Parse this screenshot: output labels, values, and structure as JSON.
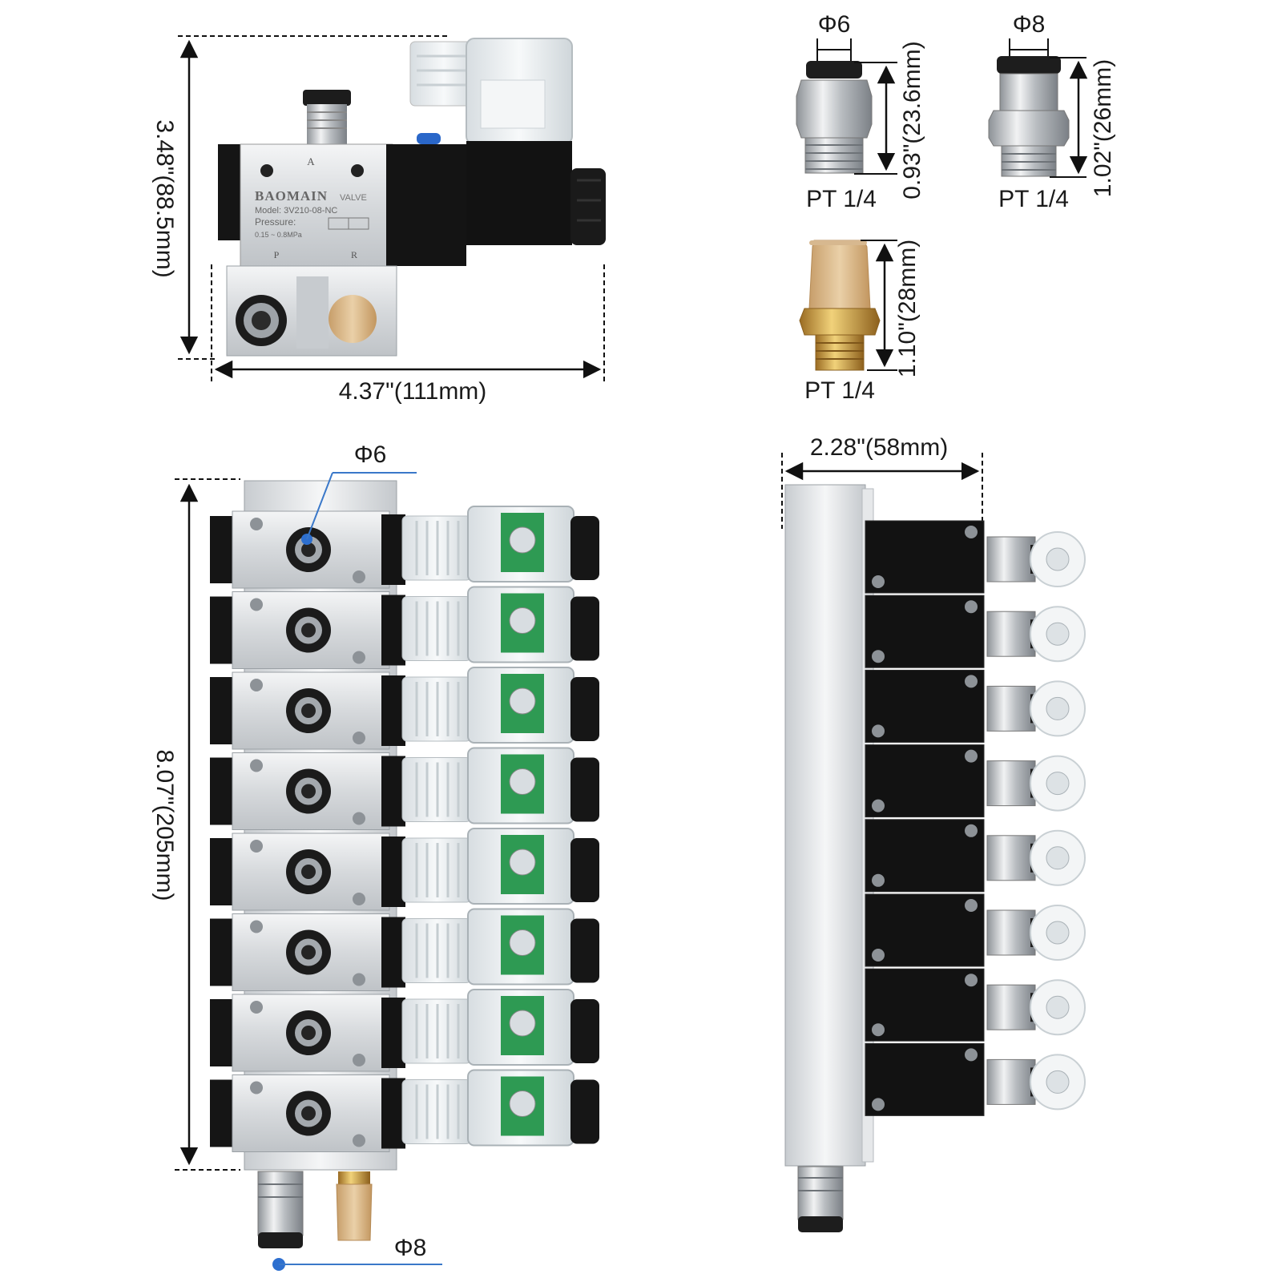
{
  "colors": {
    "dimension_line": "#111111",
    "callout_line": "#3a78c9",
    "callout_dot": "#2d6fcf",
    "aluminum": "#d9dcdf",
    "black_body": "#111111",
    "coil_clear": "#e9eef1",
    "pcb_green": "#2e9a53",
    "brass": "#c89a45",
    "bronze_muffler": "#d8b486"
  },
  "single_valve": {
    "height_label": "3.48\"(88.5mm)",
    "width_label": "4.37\"(111mm)",
    "brand": "BAOMAIN",
    "valve_word": "VALVE",
    "model": "Model: 3V210-08-NC",
    "pressure_label": "Pressure:",
    "pressure_range": "0.15 ~ 0.8MPa",
    "port_a": "A",
    "port_p": "P",
    "port_r": "R"
  },
  "fittings": [
    {
      "name": "fitting-6mm",
      "diameter_label": "Φ6",
      "thread_label": "PT 1/4",
      "length_label": "0.93\"(23.6mm)"
    },
    {
      "name": "fitting-8mm",
      "diameter_label": "Φ8",
      "thread_label": "PT 1/4",
      "length_label": "1.02\"(26mm)"
    },
    {
      "name": "muffler",
      "thread_label": "PT 1/4",
      "length_label": "1.10\"(28mm)"
    }
  ],
  "manifold_front": {
    "height_label": "8.07\"(205mm)",
    "outlet_label": "Φ6",
    "inlet_label": "Φ8",
    "valve_count": 8
  },
  "manifold_side": {
    "width_label": "2.28\"(58mm)",
    "valve_count": 8
  },
  "icons": [
    "valve-icon",
    "solenoid-coil-icon",
    "push-fitting-icon",
    "muffler-icon",
    "screw-icon"
  ]
}
